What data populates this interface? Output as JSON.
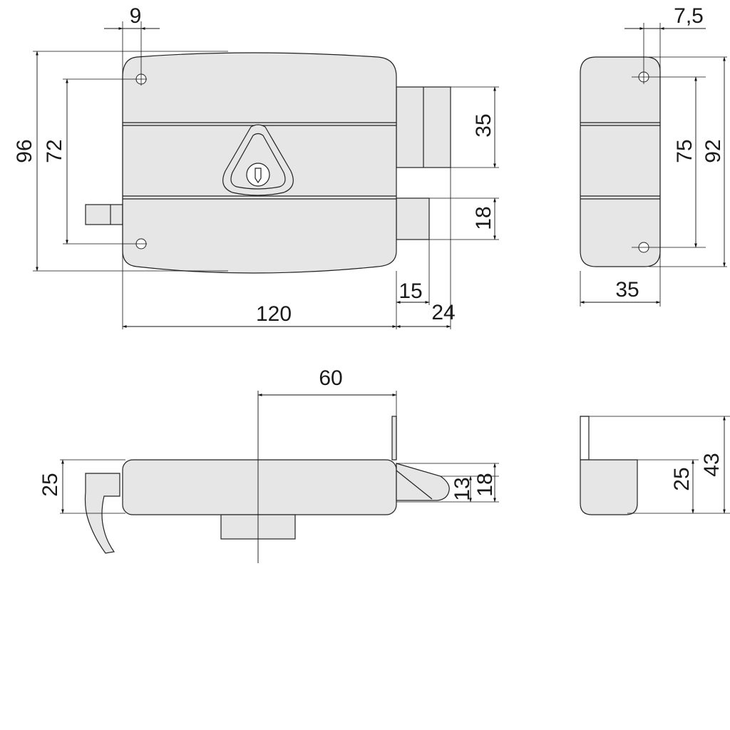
{
  "dimensions": {
    "front": {
      "hole_offset": "9",
      "height_total": "96",
      "hole_spacing": "72",
      "bolt_height": "35",
      "latch_height": "18",
      "body_width": "120",
      "latch_projection": "15",
      "bolt_projection": "24"
    },
    "side": {
      "hole_offset": "7,5",
      "hole_spacing": "75",
      "height_total": "92",
      "depth": "35"
    },
    "bottom": {
      "backset": "60",
      "body_depth": "25",
      "latch_depth": "13",
      "bolt_depth": "18"
    },
    "profile": {
      "body_depth": "25",
      "total_depth": "43"
    }
  }
}
